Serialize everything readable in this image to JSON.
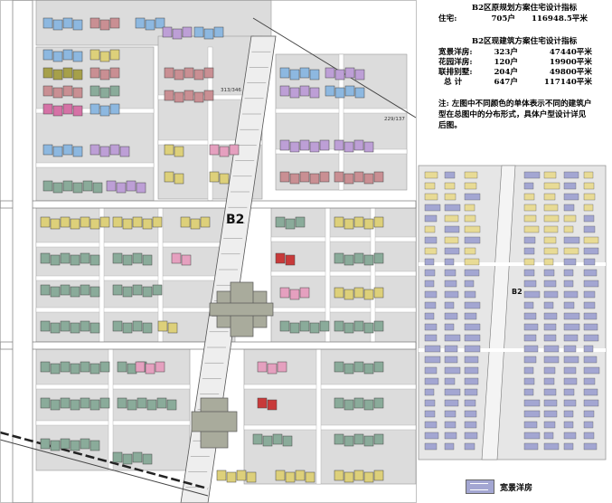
{
  "original_plan": {
    "title": "B2区原规划方案住宅设计指标",
    "row": {
      "label": "住宅:",
      "units": "705户",
      "area": "116948.5平米"
    }
  },
  "current_plan": {
    "title": "B2区现建筑方案住宅设计指标",
    "rows": [
      {
        "label": "宽景洋房:",
        "units": "323户",
        "area": "47440平米"
      },
      {
        "label": "花园洋房:",
        "units": "120户",
        "area": "19900平米"
      },
      {
        "label": "联排别墅:",
        "units": "204户",
        "area": "49800平米"
      },
      {
        "label": "总 计",
        "units": "647户",
        "area": "117140平米"
      }
    ]
  },
  "note": "注: 左图中不同颜色的单体表示不同的建筑户型在总图中的分布形式，具体户型设计详见后图。",
  "zone_label": "B2",
  "inset_zone_label": "B2",
  "block_labels": [
    "313/346",
    "229/137"
  ],
  "legend": {
    "label": "宽景洋房",
    "color": "#a3a6d2"
  },
  "colors": {
    "road": "#ffffff",
    "block_gray": "#dcdcdc",
    "yellow": "#ddd07a",
    "green": "#8aab9a",
    "pink": "#e5a0bf",
    "purple": "#bd9fd6",
    "blue": "#8db8e0",
    "salmon": "#c98f93",
    "olive": "#a6a04a",
    "magenta": "#d572a6",
    "red": "#c83a3a",
    "inset_blue": "#a3a6d2",
    "inset_yellow": "#e8db95"
  }
}
